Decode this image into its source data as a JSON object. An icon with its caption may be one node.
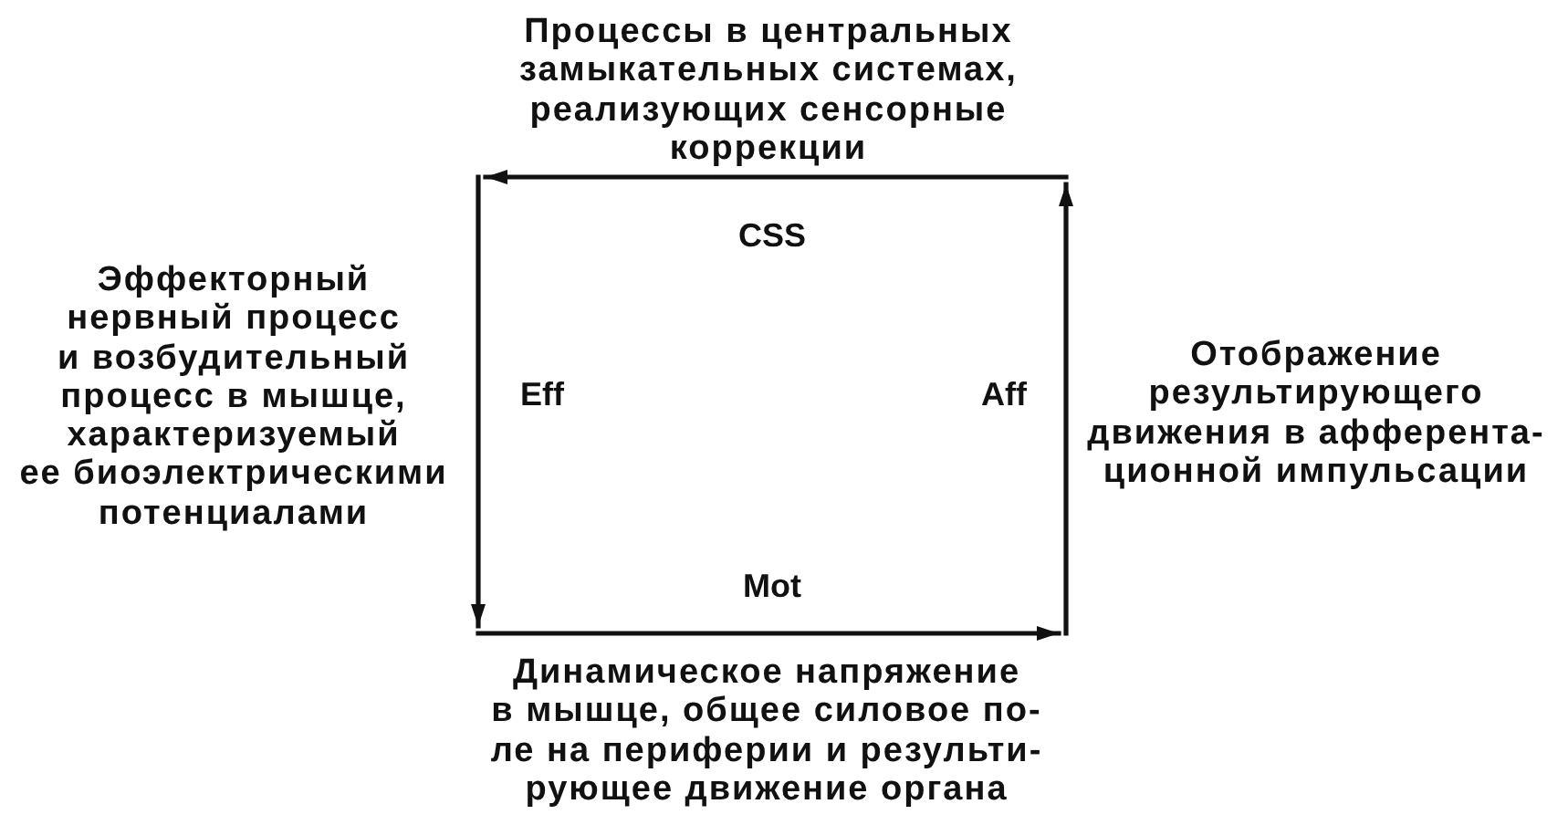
{
  "diagram": {
    "labels": [
      "Процессы в центральных замыкательных системах, реализующих сенсорные коррекции",
      "CSS",
      "Эффекторный нервный процесс и возбудительный процесс в мышце, характеризуемый ее биоэлектрическими потенциалами",
      "Eff",
      "Aff",
      "Отображение результирующего движения в афферента- ционной импульсации",
      "Mot",
      "Динамическое напряжение в мышце, общее силовое по- ле на периферии и результи- рующее движение органа"
    ]
  }
}
